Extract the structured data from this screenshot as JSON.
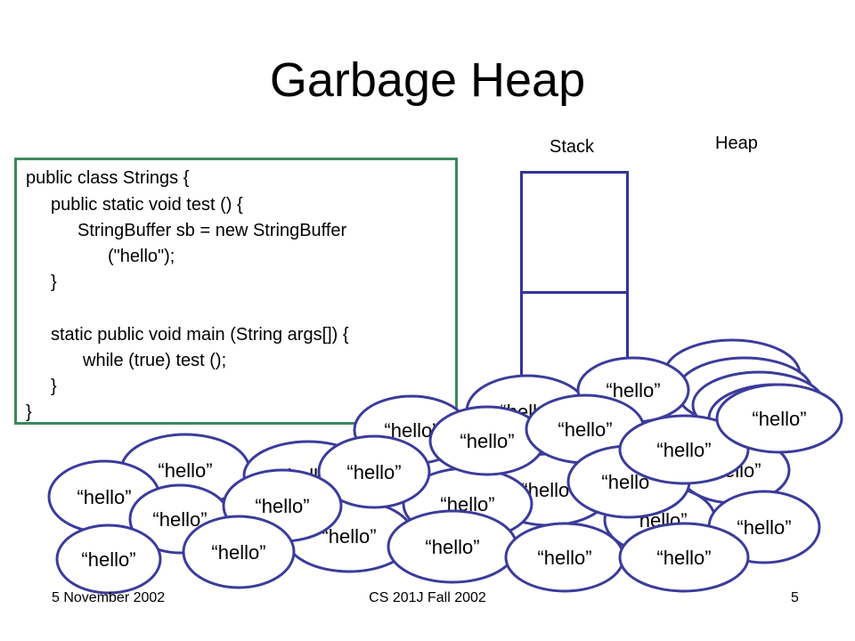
{
  "slide": {
    "title": "Garbage Heap",
    "stack_label": "Stack",
    "heap_label": "Heap",
    "code_lines": [
      "public class Strings {",
      "public static void test () {",
      "StringBuffer sb = new StringBuffer",
      "(\"hello\");",
      "}",
      "static public void main (String args[]) {",
      "while (true) test ();",
      "}",
      "}"
    ],
    "blobs": [
      "“hello”",
      "“hello”",
      "“hello”",
      "“hello”",
      "“hello”",
      "“hello”",
      "“hello”",
      "“hello”",
      "“hello”",
      "“hello”",
      "“hello”",
      "“hello”",
      "“hello”",
      "“hello”",
      "“hello”",
      "“hello”",
      "“hello”",
      "“hello”",
      "“hello”",
      "“hello”",
      "“hello”",
      "“hello”",
      "“hello”",
      "“hello”",
      "“hello”",
      "“hello”",
      "“hello”",
      "“hello”",
      "“hello”"
    ],
    "footer": {
      "date": "5 November 2002",
      "course": "CS 201J Fall 2002",
      "page": "5"
    },
    "colors": {
      "ellipse_stroke": "#3b3b9b",
      "code_border": "#3a8a5c",
      "stack_stroke": "#33339a"
    }
  }
}
